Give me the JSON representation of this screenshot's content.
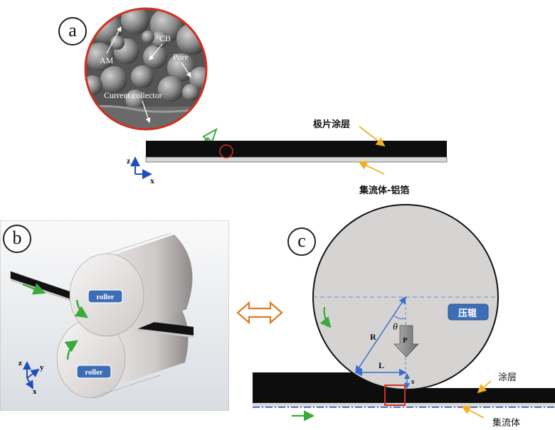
{
  "panel_a": {
    "label": "a",
    "sem_labels": {
      "am": "AM",
      "cb": "CB",
      "pore": "Pore",
      "current_collector": "Current collector"
    },
    "coating_label": "极片涂层",
    "collector_label": "集流体-铝箔",
    "axis_z": "z",
    "axis_x": "x"
  },
  "panel_b": {
    "label": "b",
    "roller_top": "roller",
    "roller_bottom": "roller",
    "axis_z": "z",
    "axis_y": "y",
    "axis_x": "x"
  },
  "panel_c": {
    "label": "c",
    "roller_label": "压辊",
    "R": "R",
    "theta": "θ",
    "P": "P",
    "L": "L",
    "s": "s",
    "coating_label": "涂层",
    "collector_label": "集流体"
  },
  "colors": {
    "coating": "#0d0d0d",
    "collector": "#d8d8d8",
    "sem_border": "#d03020",
    "green_arrow": "#3aaa3a",
    "orange_arrow": "#e07a1f",
    "blue_axis": "#1f4fbf",
    "dim_blue": "#3a6fd0",
    "roller_fill": "#d6d3d3",
    "roller_tag": "#3d6db5"
  }
}
